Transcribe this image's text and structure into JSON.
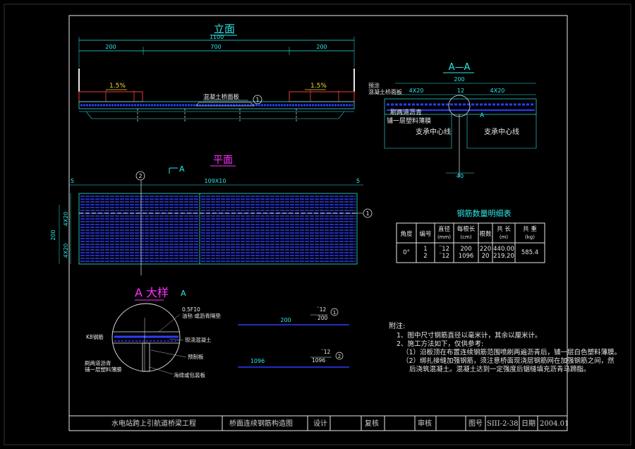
{
  "drawing": {
    "section_titles": {
      "elevation": "立面",
      "section_aa": "A—A",
      "plan": "平面",
      "detail": "A 大样",
      "detail_ref": "A"
    },
    "elevation": {
      "dim_total": "1100",
      "dim_left": "200",
      "dim_mid": "700",
      "dim_right": "200",
      "slope_left": "1.5%",
      "slope_right": "1.5%",
      "deck_label": "混凝土桥面板",
      "rebar_callout": "1"
    },
    "section_aa": {
      "dim_top": "200",
      "dim_left": "4X20",
      "dim_mid": "12",
      "dim_right": "4X20",
      "label_1": "混凝土桥面板",
      "label_1_prefix": "预涂",
      "label_2": "刷两道沥青",
      "label_3": "铺一层塑料薄膜",
      "label_4": "支承中心线",
      "label_5": "支承中心线",
      "dim_bottom": "40",
      "callout_a": "A"
    },
    "plan": {
      "dim_total": "109X10",
      "dim_end_left": "5",
      "dim_end_right": "5",
      "dim_height": "200",
      "dim_side_1": "4X20",
      "dim_side_2": "4X20",
      "callout_1": "1",
      "callout_2": "2",
      "section_marker": "A"
    },
    "detail": {
      "label_rebar": "K8钢筋",
      "label_film": "铺一层塑料薄膜",
      "label_asphalt": "刷两道沥青",
      "label_top": "0.5F10",
      "label_top2": "油毡 或沥青隔垫",
      "label_cast": "现浇混凝土",
      "label_precast": "预制板",
      "label_ply": "海绵或包装板",
      "callout_2": "2",
      "rebar_1_name": "¨12",
      "rebar_1_len": "200",
      "rebar_1_dim": "200",
      "rebar_1_id": "1",
      "rebar_2_name": "¨12",
      "rebar_2_len": "1096",
      "rebar_2_dim": "1096",
      "rebar_2_id": "2"
    },
    "rebar_table": {
      "title": "钢筋数量明细表",
      "headers": [
        "角度",
        "编号",
        "直径\n(mm)",
        "每根长\n(cm)",
        "根数",
        "共 长\n(m)",
        "共 重\n(kg)"
      ],
      "rows": [
        [
          "0°",
          "1",
          "¨12",
          "200",
          "220",
          "440.00",
          "585.4"
        ],
        [
          "",
          "2",
          "¨12",
          "1096",
          "20",
          "219.20",
          ""
        ]
      ]
    },
    "notes": {
      "title": "附注:",
      "lines": [
        "1、图中尺寸钢筋直径以毫米计，其余以厘米计。",
        "2、施工方法如下，仅供参考:",
        "（1）沿板顶在布置连续钢筋范围喷刷两遍沥青后，铺一层白色塑料薄膜。",
        "（2）绑扎接缝加强钢筋，须注意桥面现浇层钢筋网在加强钢筋之间，然",
        "后浇筑混凝土。混凝土达到一定强度后锯缝填充沥青马蹄脂。"
      ]
    },
    "title_block": {
      "project": "水电站跨上引航道桥梁工程",
      "drawing_name": "桥面连续钢筋构造图",
      "design": "设计",
      "review": "复核",
      "approve": "审核",
      "fig_label": "图号",
      "fig_no": "SIII-2-38",
      "date_label": "日期",
      "date": "2004.01"
    },
    "colors": {
      "line": "#2ee8e8",
      "rebar_blue": "#2a3cff",
      "deck_red": "#c83030",
      "yellow": "#f0e020",
      "magenta": "#ff30ff",
      "white": "#e8e8e8"
    }
  }
}
